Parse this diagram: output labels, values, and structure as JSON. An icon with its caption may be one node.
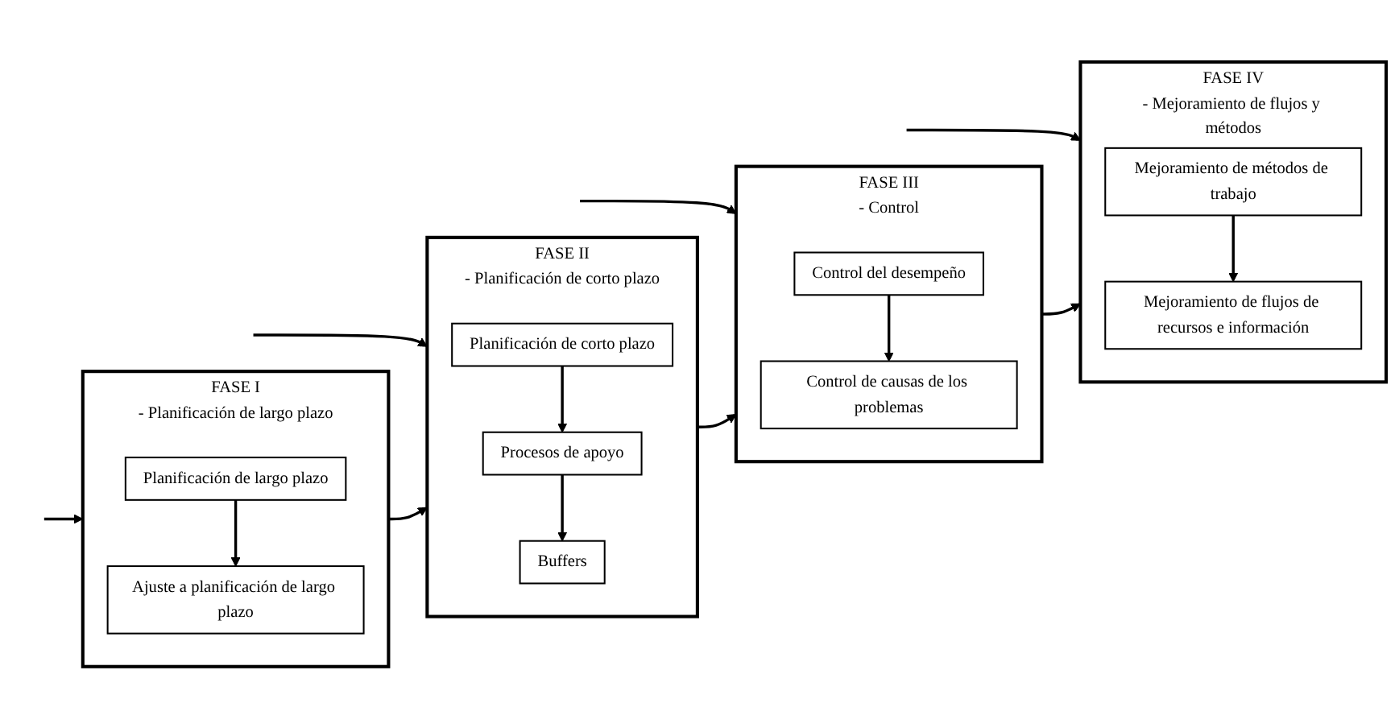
{
  "diagram": {
    "nodes": [
      {
        "text": [
          "FASE I",
          "- Planificación de largo plazo"
        ]
      },
      {
        "text": [
          "Planificación de largo plazo"
        ],
        "in": 0
      },
      {
        "text": [
          "Ajuste a planificación de largo plazo"
        ],
        "in": 0
      },
      {
        "text": [
          "FASE II",
          "- Planificación de corto plazo"
        ]
      },
      {
        "text": [
          "Planificación de corto plazo"
        ],
        "in": 3
      },
      {
        "text": [
          "Procesos de apoyo"
        ],
        "in": 3
      },
      {
        "text": [
          "Buffers"
        ],
        "in": 3
      },
      {
        "text": [
          "FASE III",
          "- Control"
        ]
      },
      {
        "text": [
          "Control del desempeño"
        ],
        "in": 7
      },
      {
        "text": [
          "Control de causas de los problemas"
        ],
        "in": 7
      },
      {
        "text": [
          "FASE IV",
          "- Mejoramiento de flujos y métodos"
        ]
      },
      {
        "text": [
          "Mejoramiento de métodos de trabajo"
        ],
        "in": 10
      },
      {
        "text": [
          "Mejoramiento de flujos de recursos e información"
        ],
        "in": 10
      }
    ],
    "edges": [
      {
        "from": null,
        "to": 0,
        "arrow": "to"
      },
      {
        "from": null,
        "to": 3,
        "arrow": "to"
      },
      {
        "from": null,
        "to": 7,
        "arrow": "to"
      },
      {
        "from": null,
        "to": 10,
        "arrow": "to"
      },
      {
        "from": 0,
        "to": 3,
        "arrow": "to"
      },
      {
        "from": 3,
        "to": 7,
        "arrow": "to"
      },
      {
        "from": 7,
        "to": 10,
        "arrow": "to"
      },
      {
        "from": 1,
        "to": 2,
        "arrow": "to"
      },
      {
        "from": 4,
        "to": 5,
        "arrow": "to"
      },
      {
        "from": 5,
        "to": 6,
        "arrow": "to"
      },
      {
        "from": 8,
        "to": 9,
        "arrow": "to"
      },
      {
        "from": 11,
        "to": 12,
        "arrow": "to"
      }
    ]
  }
}
